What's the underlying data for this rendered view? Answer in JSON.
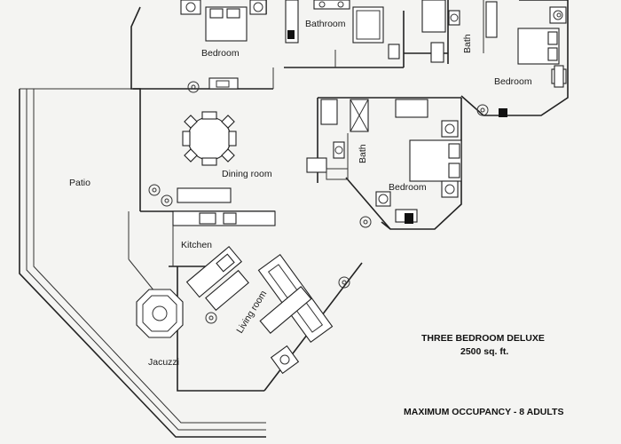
{
  "rooms": {
    "bedroom_top_left": "Bedroom",
    "bathroom": "Bathroom",
    "bath_top": "Bath",
    "bedroom_right": "Bedroom",
    "dining_room": "Dining room",
    "patio": "Patio",
    "bath_middle": "Bath",
    "bedroom_middle": "Bedroom",
    "kitchen": "Kitchen",
    "living_room": "Living room",
    "jacuzzi": "Jacuzzi"
  },
  "caption": {
    "unit_type": "THREE BEDROOM DELUXE",
    "area": "2500 sq. ft.",
    "occupancy": "MAXIMUM OCCUPANCY - 8 ADULTS"
  }
}
